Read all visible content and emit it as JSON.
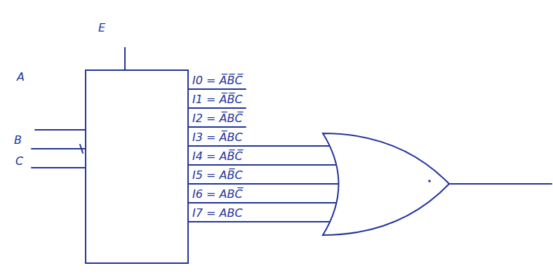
{
  "diagram": {
    "labels": [
      "E",
      "A",
      "B",
      "C",
      "I0 = A̅B̅C̅",
      "I1 = A̅B̅C",
      "I2 = A̅BC̅",
      "I3 = A̅BC",
      "I4 = AB̅C̅",
      "I5 = AB̅C",
      "I6 = ABC̅",
      "I7 = ABC"
    ]
  }
}
